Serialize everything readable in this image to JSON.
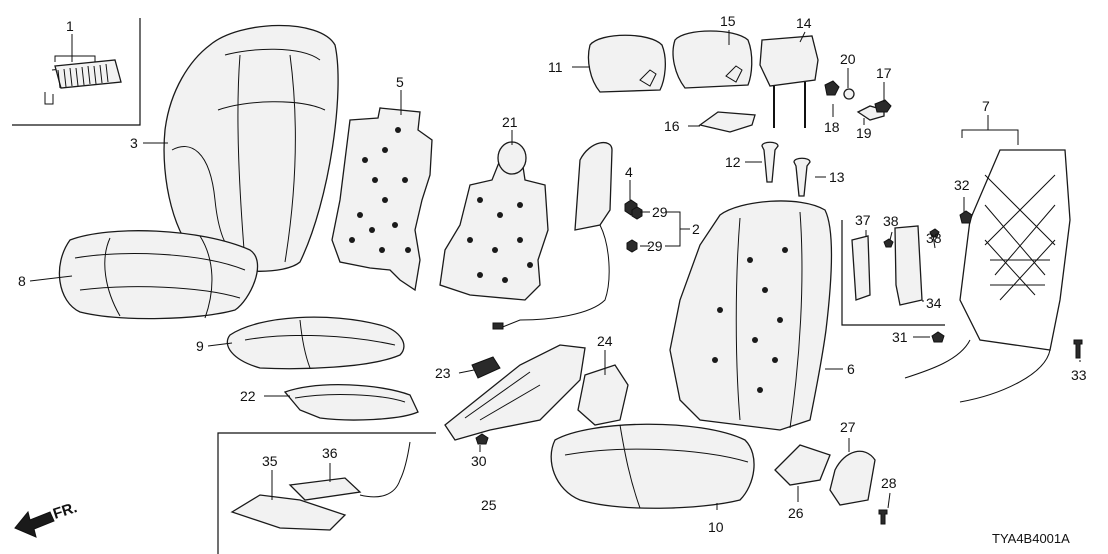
{
  "diagram_code": "TYA4B4001A",
  "direction_label": "FR.",
  "callouts": {
    "c1": "1",
    "c2": "2",
    "c3": "3",
    "c4": "4",
    "c5": "5",
    "c6": "6",
    "c7": "7",
    "c8": "8",
    "c9": "9",
    "c10": "10",
    "c11": "11",
    "c12": "12",
    "c13": "13",
    "c14": "14",
    "c15": "15",
    "c16": "16",
    "c17": "17",
    "c18": "18",
    "c19": "19",
    "c20": "20",
    "c21": "21",
    "c22": "22",
    "c23": "23",
    "c24": "24",
    "c25": "25",
    "c26": "26",
    "c27": "27",
    "c28": "28",
    "c29a": "29",
    "c29b": "29",
    "c30": "30",
    "c31": "31",
    "c32": "32",
    "c33": "33",
    "c34": "34",
    "c35": "35",
    "c36": "36",
    "c37": "37",
    "c38a": "38",
    "c38b": "38"
  }
}
